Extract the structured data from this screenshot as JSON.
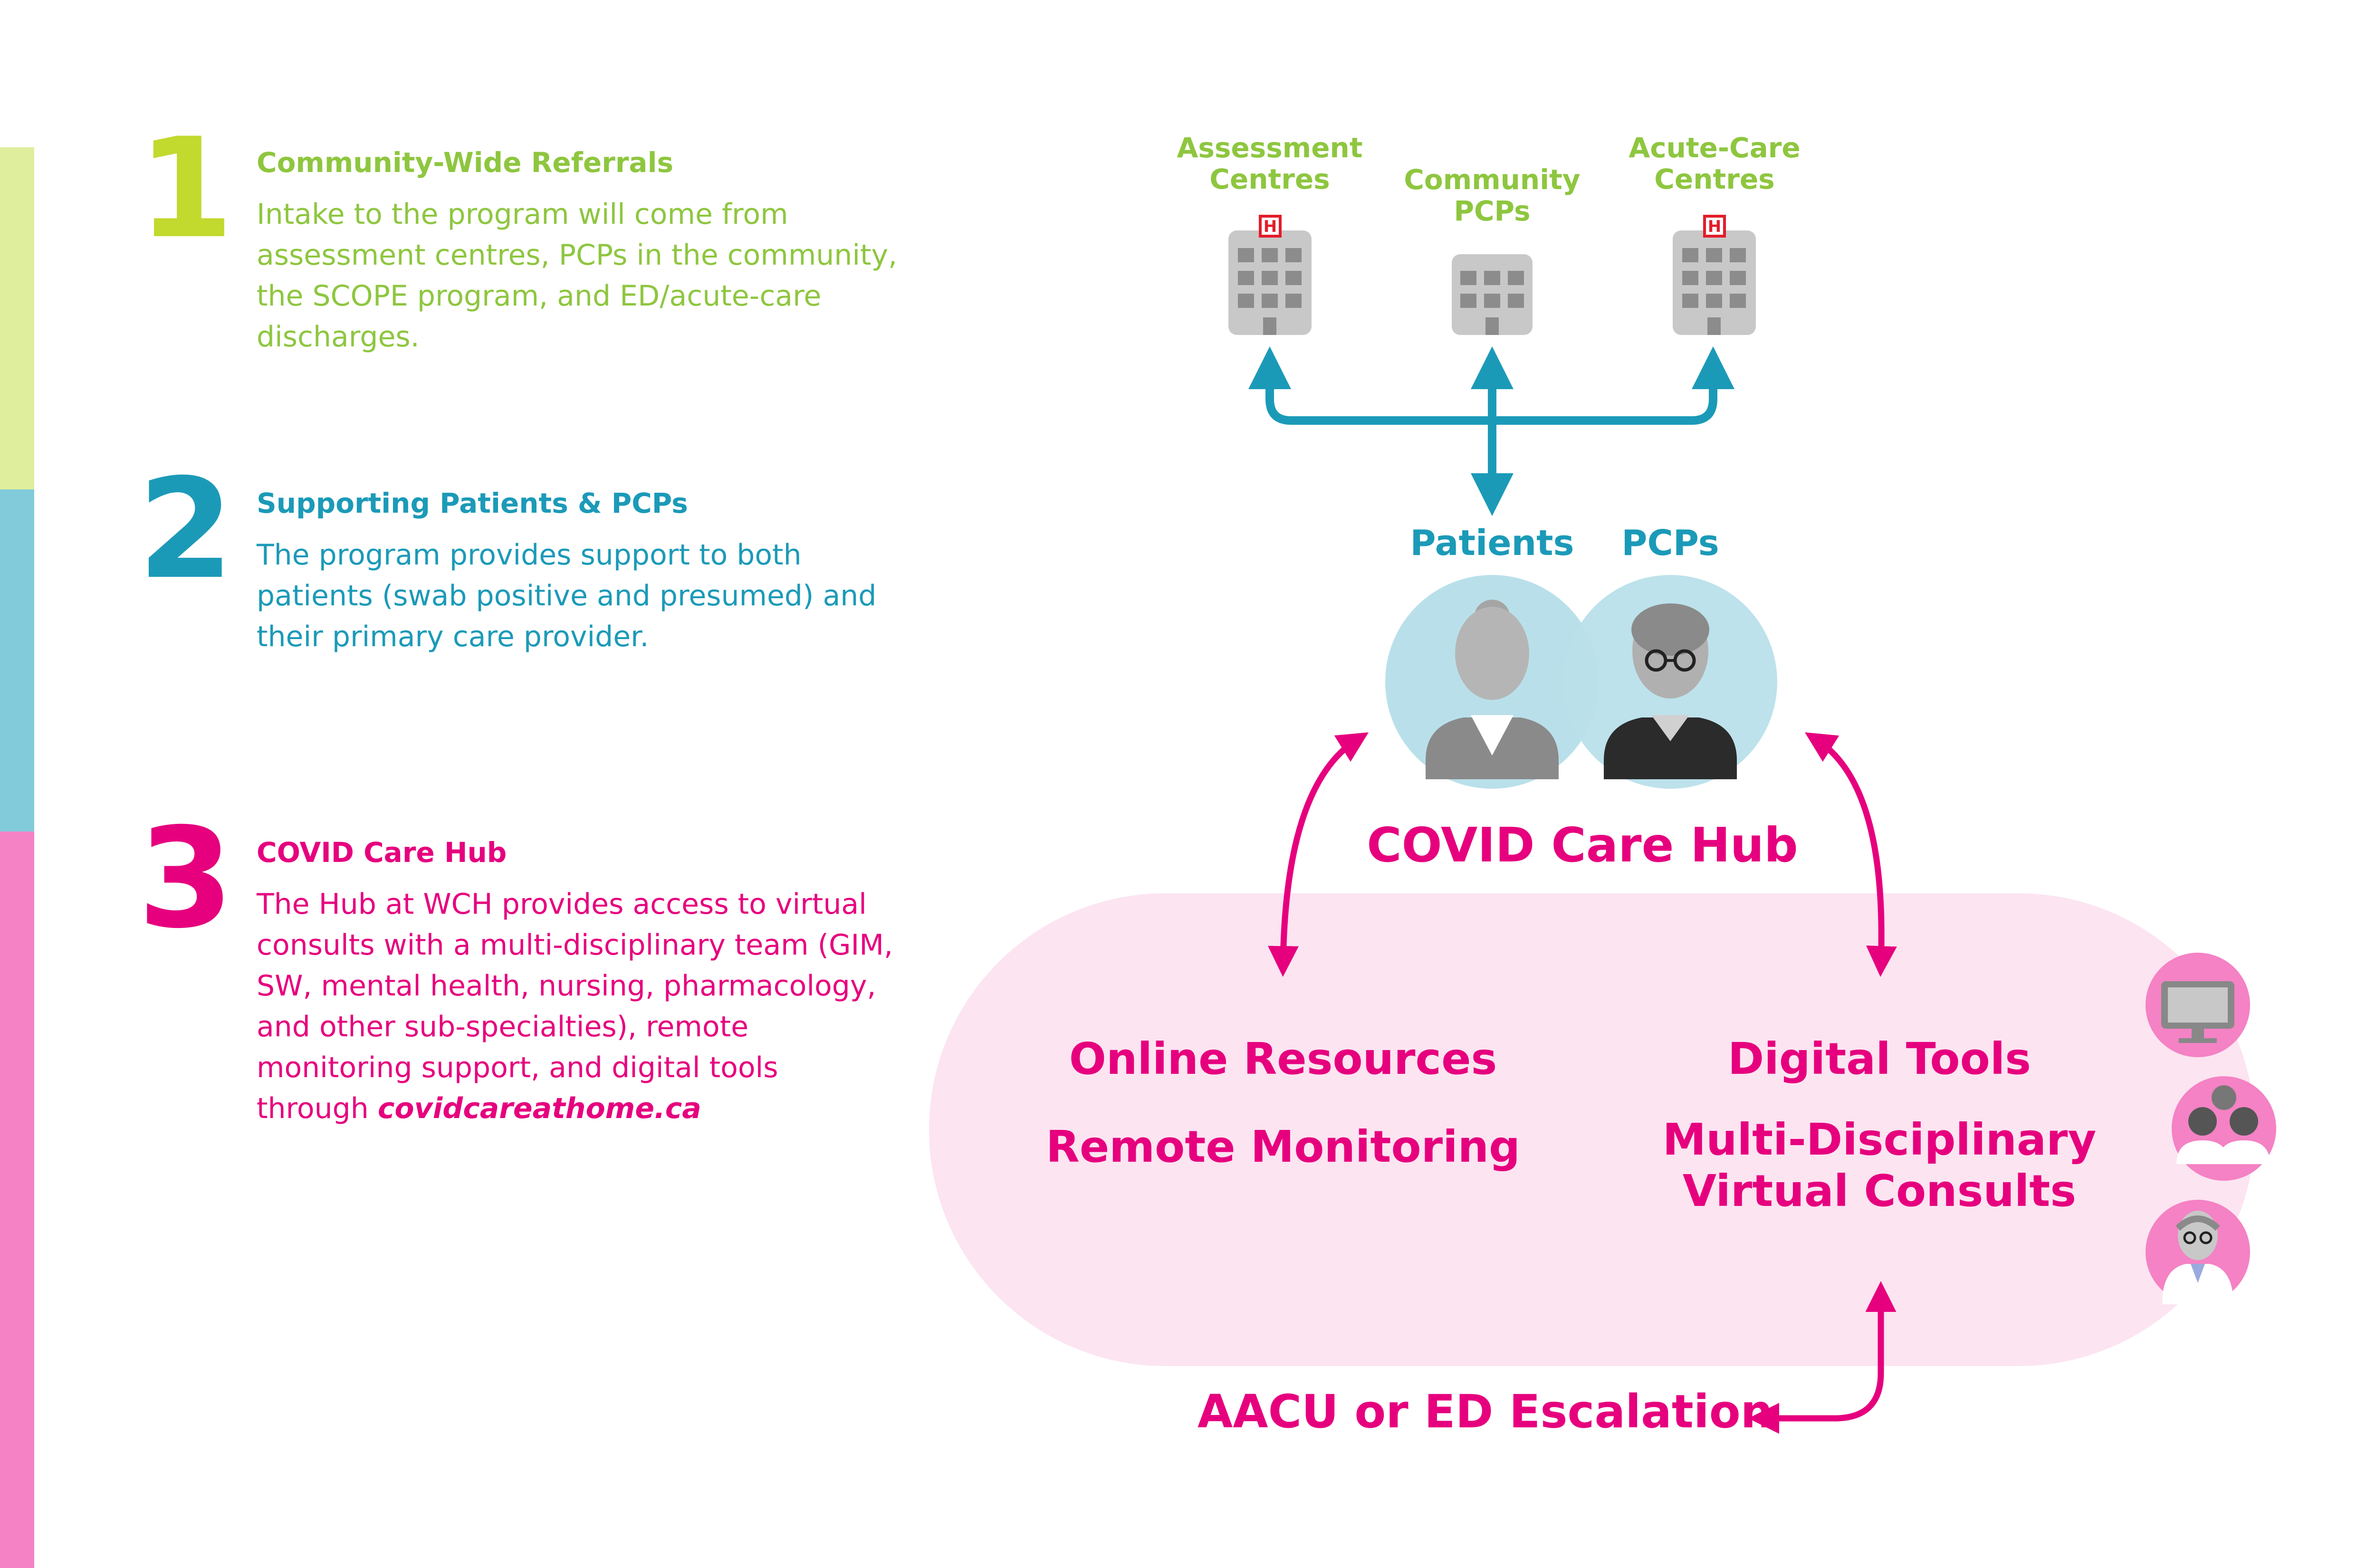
{
  "steps": [
    {
      "number": "1",
      "title": "Community-Wide Referrals",
      "body": "Intake to the program will come from assessment centres, PCPs in the community, the SCOPE program, and ED/acute-care discharges."
    },
    {
      "number": "2",
      "title": "Supporting Patients & PCPs",
      "body": "The program provides support to both patients (swab positive and presumed) and their primary care provider."
    },
    {
      "number": "3",
      "title": "COVID Care Hub",
      "body_prefix": "The Hub at WCH provides access to virtual consults with a multi-disciplinary team (GIM, SW, mental health, nursing, pharmacology, and other sub-specialties), remote monitoring support, and digital tools through ",
      "body_link": "covidcareathome.ca"
    }
  ],
  "diagram": {
    "sources": [
      {
        "line1": "Assessment",
        "line2": "Centres",
        "icon": "hospital-icon"
      },
      {
        "line1": "Community",
        "line2": "PCPs",
        "icon": "clinic-icon"
      },
      {
        "line1": "Acute-Care",
        "line2": "Centres",
        "icon": "hospital-icon"
      }
    ],
    "patients_label": "Patients",
    "pcps_label": "PCPs",
    "hub_title": "COVID Care Hub",
    "hub_items": {
      "online_resources": "Online Resources",
      "remote_monitoring": "Remote Monitoring",
      "digital_tools": "Digital Tools",
      "consults_line1": "Multi-Disciplinary",
      "consults_line2": "Virtual Consults"
    },
    "escalation": "AACU or ED Escalation",
    "side_icons": [
      "computer-icon",
      "team-icon",
      "doctor-icon"
    ]
  },
  "colors": {
    "green": "#8ec63f",
    "teal": "#1b9ab8",
    "pink": "#e6007e",
    "hub_bg": "#fce4f1",
    "circle_bg": "#b9e0ea",
    "icon_gray": "#c8c8c8"
  }
}
